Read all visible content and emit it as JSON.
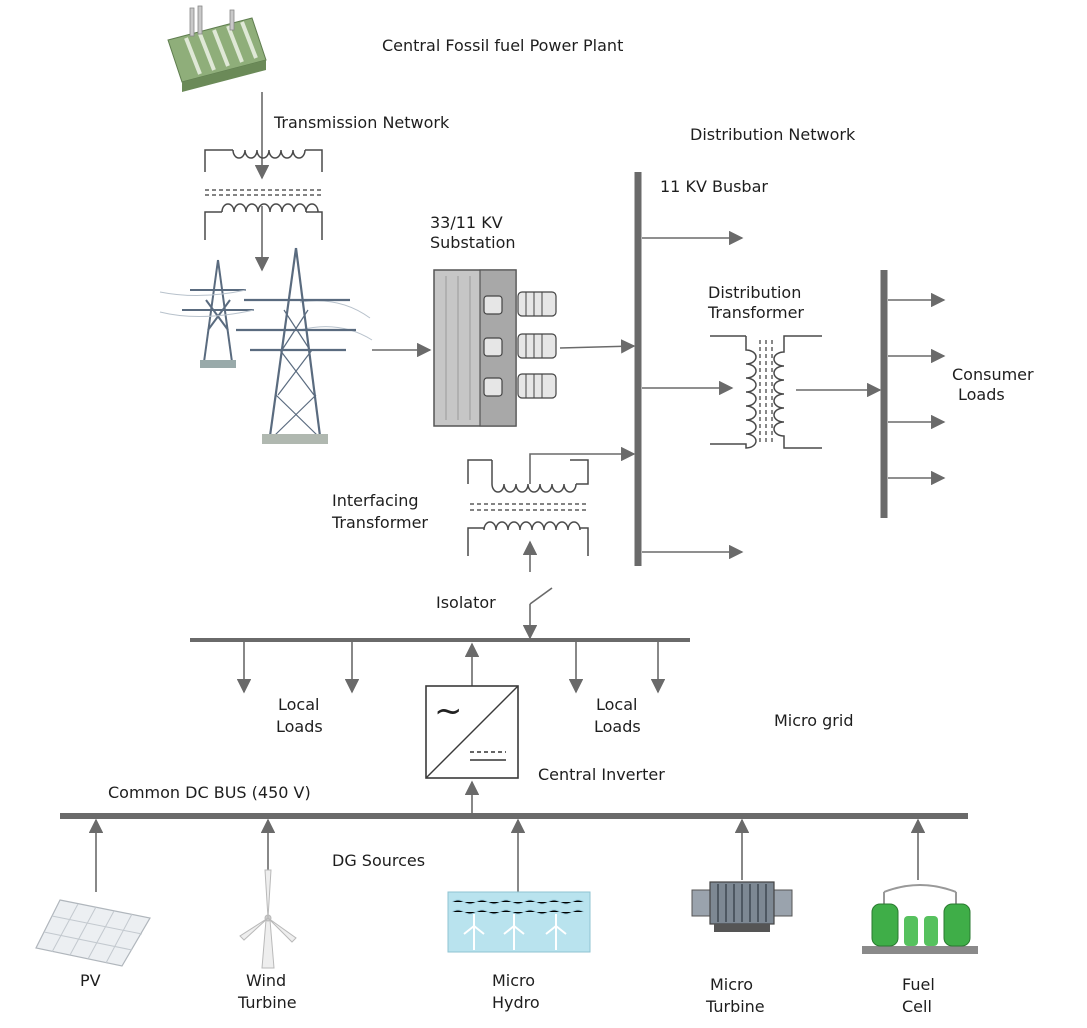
{
  "title": "",
  "labels": {
    "power_plant": "Central Fossil fuel Power Plant",
    "transmission_network": "Transmission Network",
    "distribution_network": "Distribution Network",
    "busbar_11kv": "11 KV Busbar",
    "substation_line1": "33/11 KV",
    "substation_line2": "Substation",
    "dist_transformer_line1": "Distribution",
    "dist_transformer_line2": "Transformer",
    "consumer_loads_line1": "Consumer",
    "consumer_loads_line2": "Loads",
    "interfacing_line1": "Interfacing",
    "interfacing_line2": "Transformer",
    "isolator": "Isolator",
    "local_loads_left_line1": "Local",
    "local_loads_left_line2": "Loads",
    "local_loads_right_line1": "Local",
    "local_loads_right_line2": "Loads",
    "micro_grid": "Micro grid",
    "central_inverter": "Central Inverter",
    "inverter_ac_symbol": "~",
    "dc_bus": "Common DC BUS (450 V)",
    "dg_sources": "DG Sources"
  },
  "sources": [
    {
      "line1": "PV",
      "line2": ""
    },
    {
      "line1": "Wind",
      "line2": "Turbine"
    },
    {
      "line1": "Micro",
      "line2": "Hydro"
    },
    {
      "line1": "Micro",
      "line2": "Turbine"
    },
    {
      "line1": "Fuel",
      "line2": "Cell"
    }
  ],
  "colors": {
    "line": "#6a6a6a",
    "tower": "#5a6b7f",
    "plant_green": "#8fae7a",
    "substation_gray": "#b9b9b9",
    "hydro_water": "#b9e3ee",
    "fuel_cell_green": "#3fae48"
  }
}
